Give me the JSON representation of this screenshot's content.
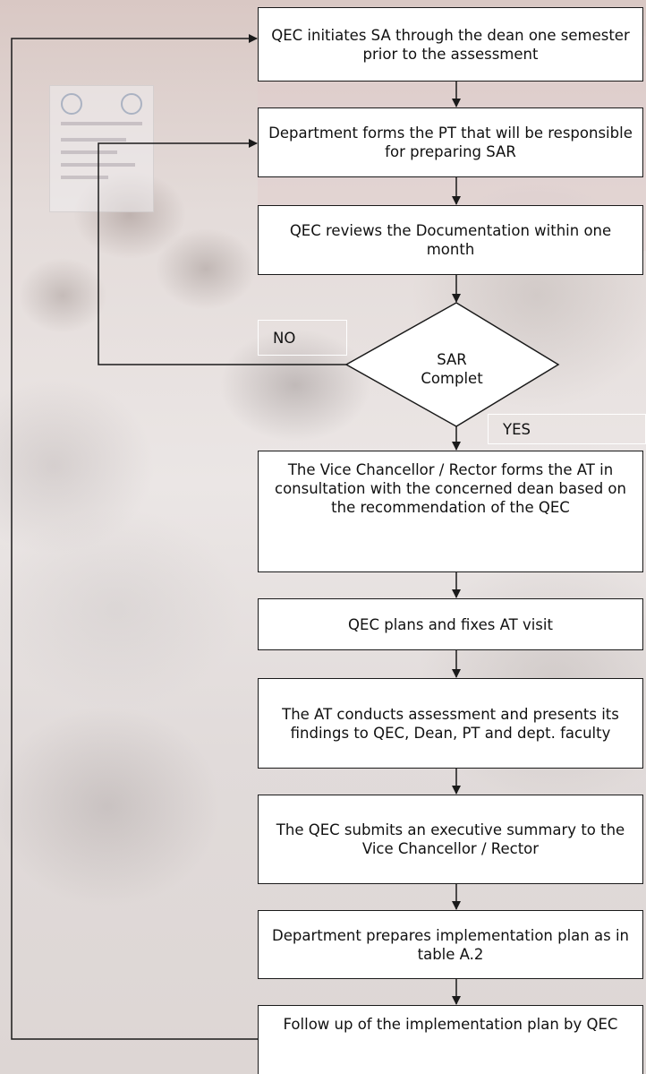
{
  "flowchart": {
    "steps": [
      "QEC initiates SA through the dean one semester prior to the assessment",
      "Department forms the PT that will be responsible for preparing SAR",
      "QEC reviews the Documentation within one month",
      "The Vice Chancellor / Rector forms the AT in consultation with the concerned dean based on the recommendation of the QEC",
      "QEC plans and fixes AT visit",
      "The AT conducts assessment and presents its findings to QEC, Dean, PT and dept. faculty",
      "The QEC submits an executive summary to the Vice Chancellor / Rector",
      "Department prepares implementation plan as in table A.2",
      "Follow up of the implementation plan by QEC"
    ],
    "decision": {
      "line1": "SAR",
      "line2": "Complet"
    },
    "no_label": "NO",
    "yes_label": "YES"
  },
  "colors": {
    "box_fill": "#ffffff",
    "stroke": "#1a1a1a"
  }
}
